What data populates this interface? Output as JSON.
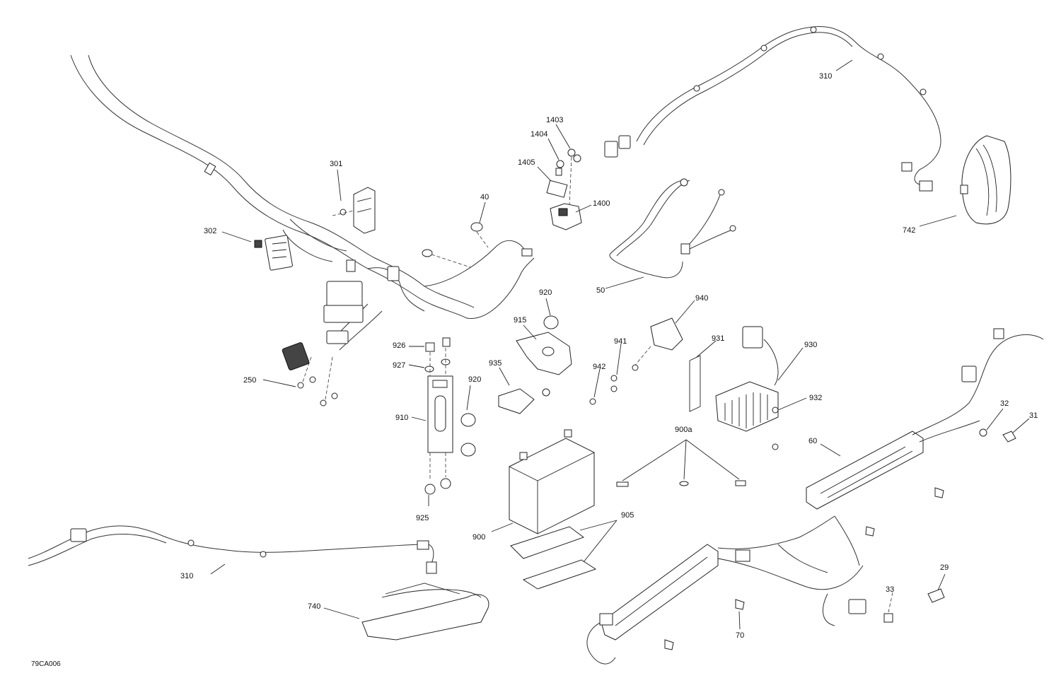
{
  "figure_id": "79CA006",
  "callouts": {
    "c1403": "1403",
    "c1404": "1404",
    "c1405": "1405",
    "c1400": "1400",
    "c310a": "310",
    "c310b": "310",
    "c301": "301",
    "c302": "302",
    "c40": "40",
    "c50": "50",
    "c742": "742",
    "c920a": "920",
    "c920b": "920",
    "c915": "915",
    "c940": "940",
    "c941": "941",
    "c942": "942",
    "c931": "931",
    "c930": "930",
    "c932": "932",
    "c926": "926",
    "c927": "927",
    "c935": "935",
    "c910": "910",
    "c925": "925",
    "c250": "250",
    "c900a": "900a",
    "c900": "900",
    "c905": "905",
    "c60": "60",
    "c32": "32",
    "c31": "31",
    "c29": "29",
    "c33": "33",
    "c70": "70",
    "c740": "740"
  }
}
